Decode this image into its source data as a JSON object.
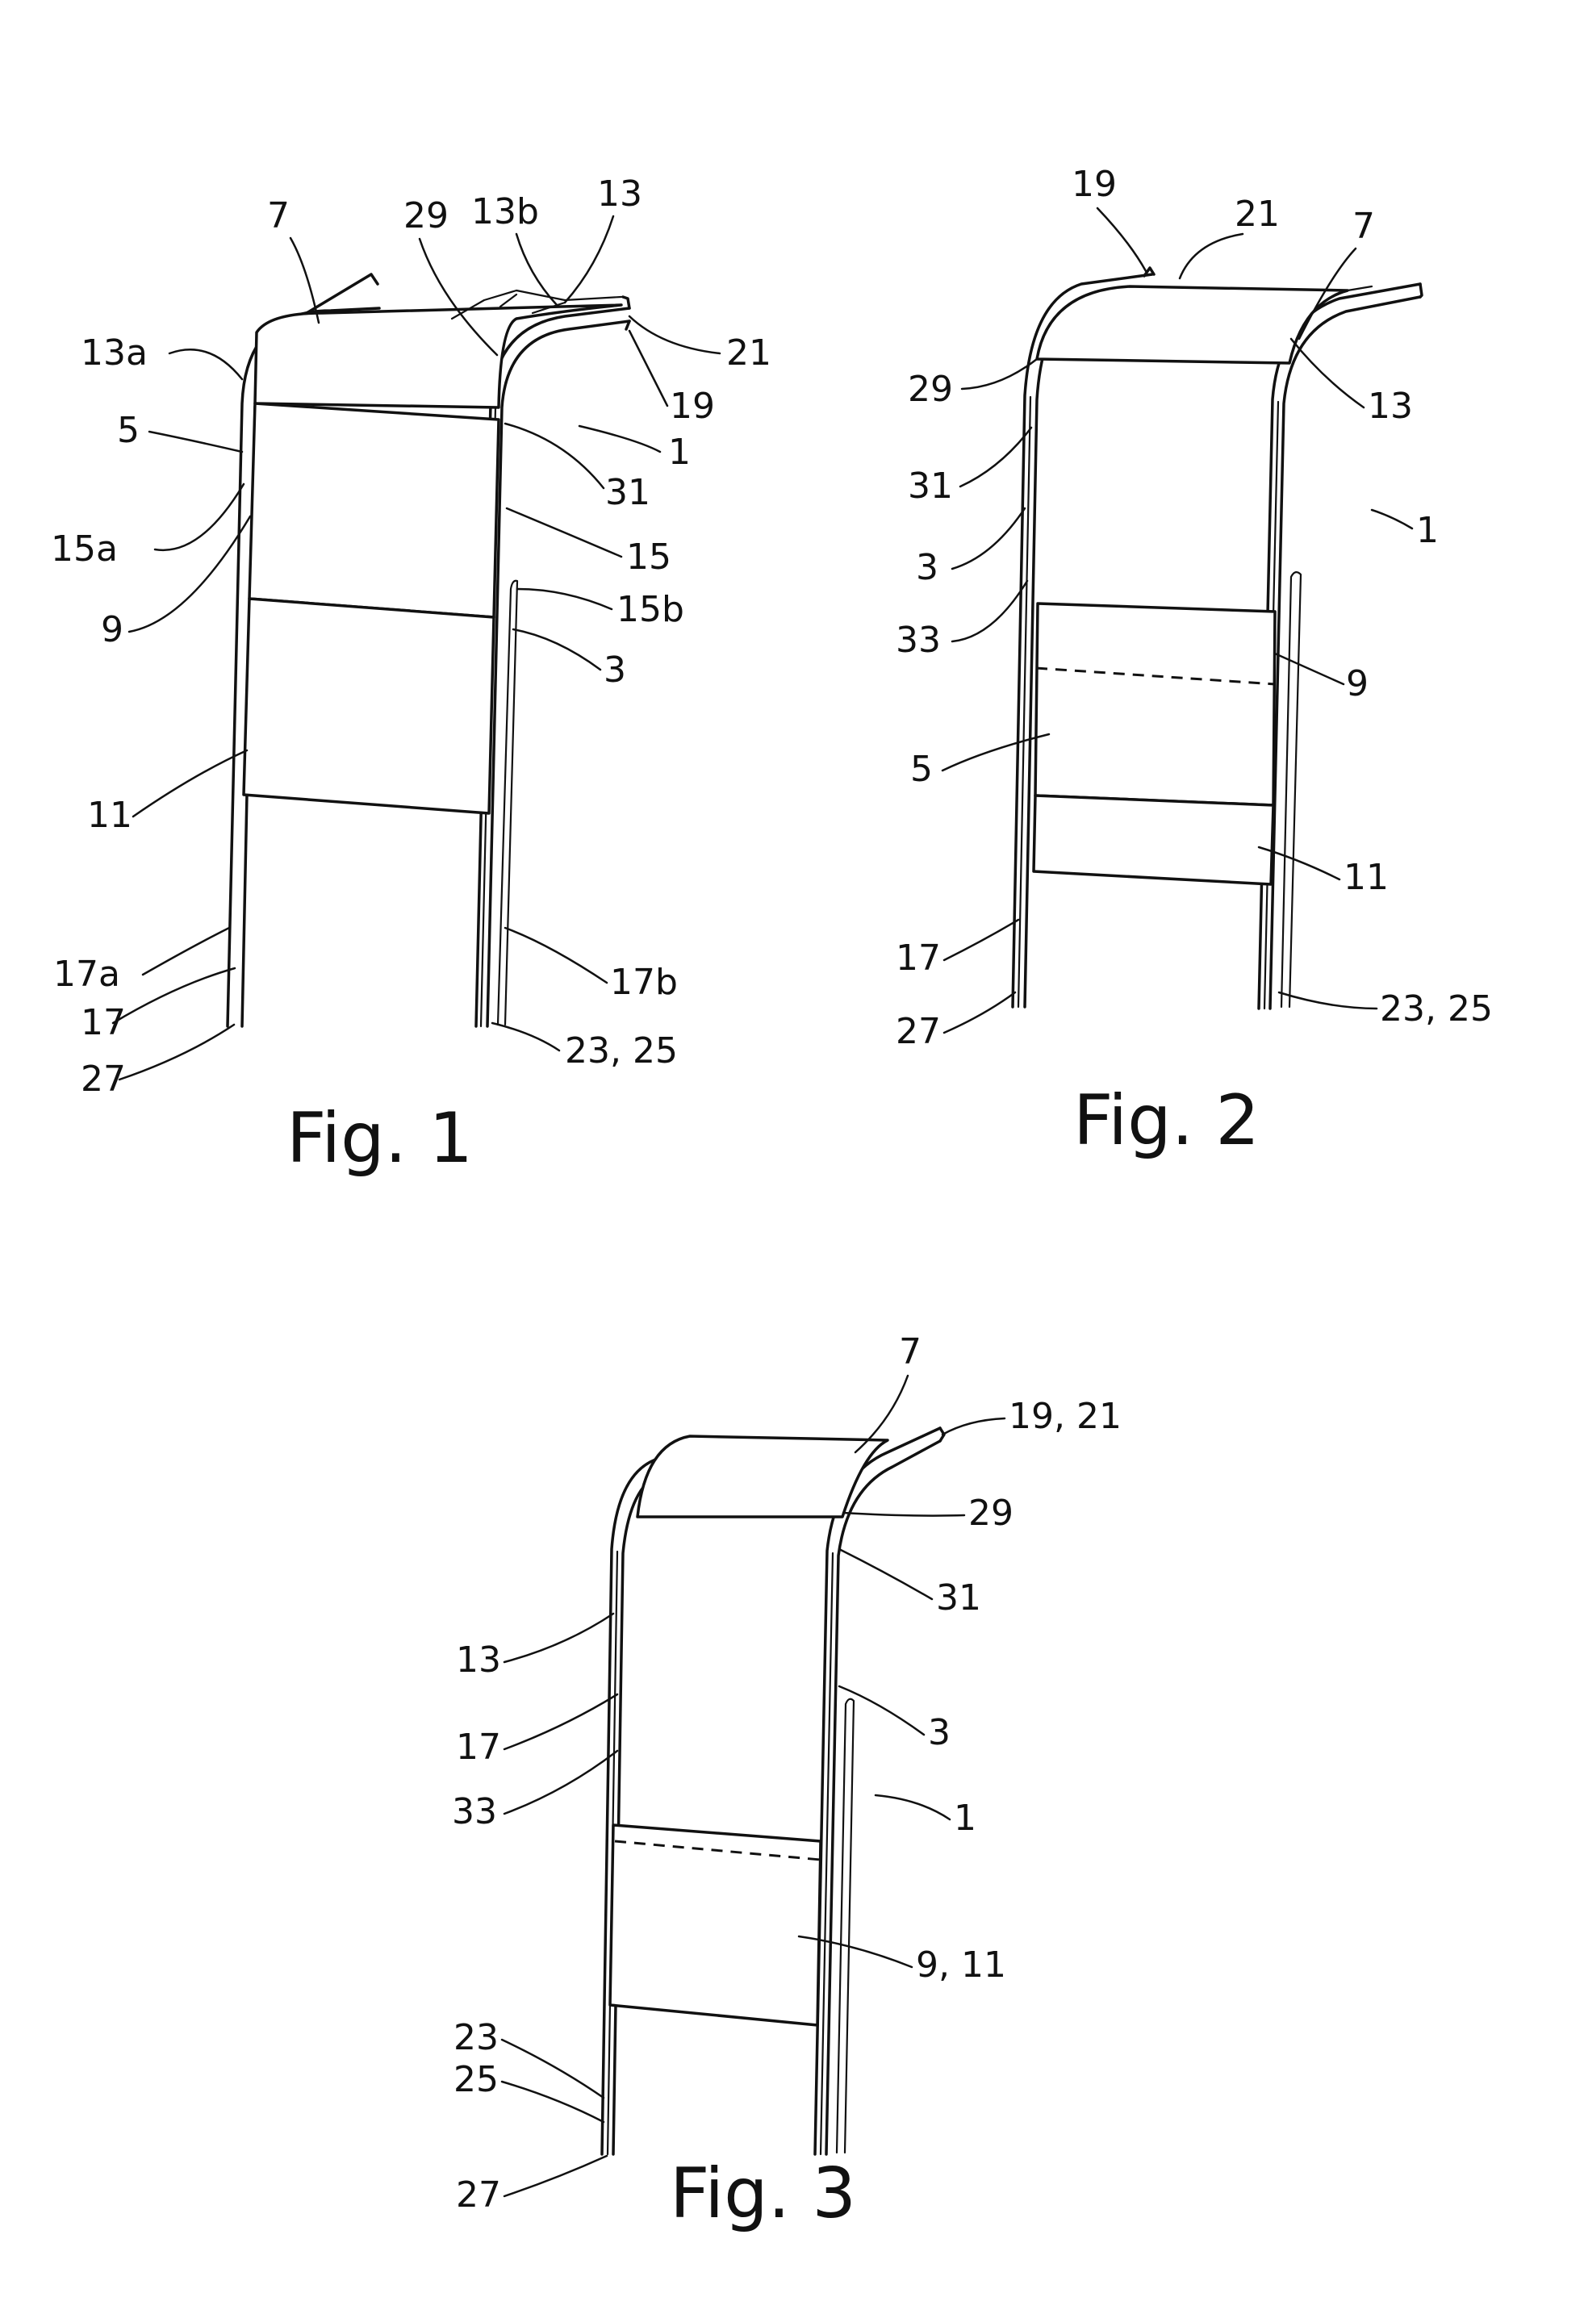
{
  "figures": [
    {
      "caption": "Fig. 1",
      "labels": [
        "7",
        "29",
        "13b",
        "13",
        "13a",
        "21",
        "19",
        "5",
        "1",
        "31",
        "15a",
        "15",
        "9",
        "15b",
        "3",
        "11",
        "17a",
        "17b",
        "17",
        "27",
        "23, 25"
      ]
    },
    {
      "caption": "Fig. 2",
      "labels": [
        "19",
        "21",
        "7",
        "29",
        "13",
        "31",
        "1",
        "3",
        "33",
        "9",
        "5",
        "11",
        "17",
        "27",
        "23, 25"
      ]
    },
    {
      "caption": "Fig. 3",
      "labels": [
        "7",
        "19, 21",
        "29",
        "31",
        "13",
        "3",
        "17",
        "33",
        "1",
        "9, 11",
        "23",
        "25",
        "27"
      ]
    }
  ]
}
